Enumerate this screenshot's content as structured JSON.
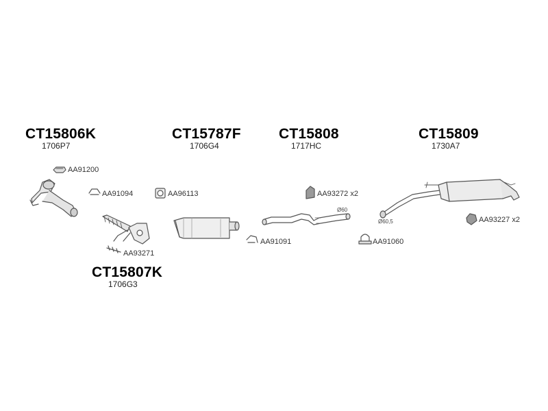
{
  "assemblies": [
    {
      "part_number": "CT15806K",
      "sub_code": "1706P7"
    },
    {
      "part_number": "CT15787F",
      "sub_code": "1706G4"
    },
    {
      "part_number": "CT15808",
      "sub_code": "1717HC"
    },
    {
      "part_number": "CT15809",
      "sub_code": "1730A7"
    },
    {
      "part_number": "CT15807K",
      "sub_code": "1706G3"
    }
  ],
  "accessories": [
    {
      "code": "AA91200"
    },
    {
      "code": "AA91094"
    },
    {
      "code": "AA96113"
    },
    {
      "code": "AA93272 x2"
    },
    {
      "code": "AA93227 x2"
    },
    {
      "code": "AA93271"
    },
    {
      "code": "AA91091"
    },
    {
      "code": "AA91060"
    }
  ],
  "dimensions": {
    "intermediate_pipe": "Ø60",
    "rear_silencer": "Ø60,5"
  }
}
